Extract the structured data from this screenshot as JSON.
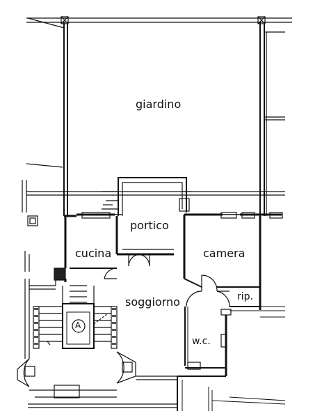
{
  "rooms": {
    "giardino": "giardino",
    "portico": "portico",
    "cucina": "cucina",
    "camera": "camera",
    "soggiorno": "soggiorno",
    "rip": "rip.",
    "wc": "w.c."
  },
  "elevator_symbol": "A",
  "colors": {
    "ink": "#111111",
    "paper": "#ffffff",
    "fill": "#333333"
  }
}
